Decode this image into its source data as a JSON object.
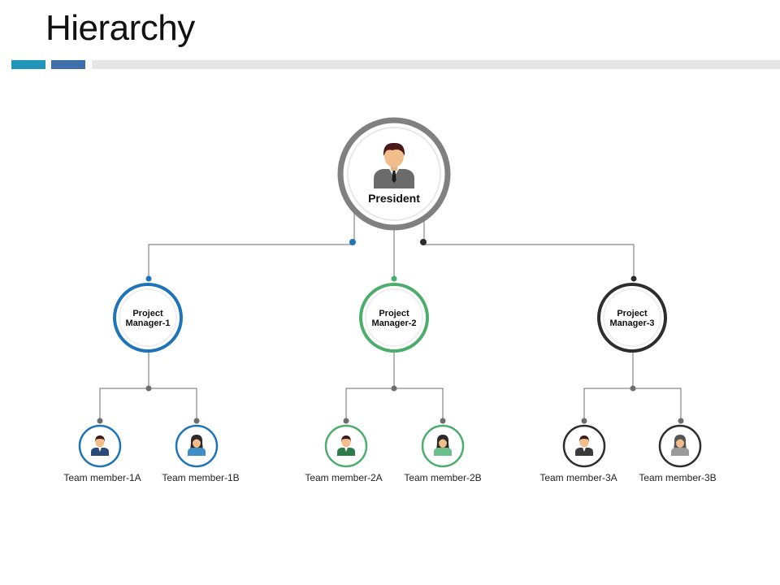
{
  "title": "Hierarchy",
  "colors": {
    "accent_teal": "#2196b8",
    "accent_blue": "#3f6fa9",
    "president_ring": "#808080",
    "pm1": "#1f73b7",
    "pm2": "#4cad6d",
    "pm3": "#2d2d2d",
    "connector": "#6d6d6d"
  },
  "president": {
    "label": "President",
    "icon": "businessman-icon"
  },
  "managers": [
    {
      "line1": "Project",
      "line2": "Manager-1",
      "color_key": "pm1",
      "members": [
        {
          "label": "Team member-1A",
          "icon": "male-avatar-icon"
        },
        {
          "label": "Team member-1B",
          "icon": "female-avatar-icon"
        }
      ]
    },
    {
      "line1": "Project",
      "line2": "Manager-2",
      "color_key": "pm2",
      "members": [
        {
          "label": "Team member-2A",
          "icon": "male-avatar-icon"
        },
        {
          "label": "Team member-2B",
          "icon": "female-avatar-icon"
        }
      ]
    },
    {
      "line1": "Project",
      "line2": "Manager-3",
      "color_key": "pm3",
      "members": [
        {
          "label": "Team member-3A",
          "icon": "male-avatar-icon"
        },
        {
          "label": "Team member-3B",
          "icon": "female-avatar-icon"
        }
      ]
    }
  ]
}
